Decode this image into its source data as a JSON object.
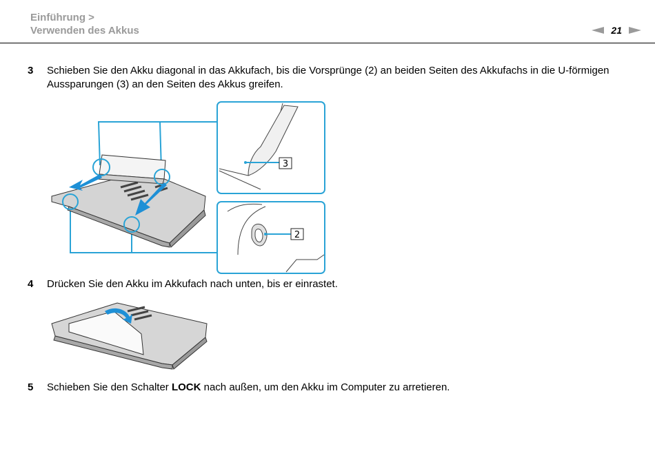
{
  "header": {
    "breadcrumb_parent": "Einführung >",
    "breadcrumb_current": "Verwenden des Akkus",
    "page_number": "21"
  },
  "steps": [
    {
      "number": "3",
      "text": "Schieben Sie den Akku diagonal in das Akkufach, bis die Vorsprünge (2) an beiden Seiten des Akkufachs in die U-förmigen Aussparungen (3) an den Seiten des Akkus greifen."
    },
    {
      "number": "4",
      "text": "Drücken Sie den Akku im Akkufach nach unten, bis er einrastet."
    },
    {
      "number": "5",
      "text_before": "Schieben Sie den Schalter ",
      "text_bold": "LOCK",
      "text_after": " nach außen, um den Akku im Computer zu arretieren."
    }
  ],
  "figure1": {
    "callout_top": "3",
    "callout_bottom": "2",
    "accent_color": "#29a3d6"
  },
  "figure2": {}
}
